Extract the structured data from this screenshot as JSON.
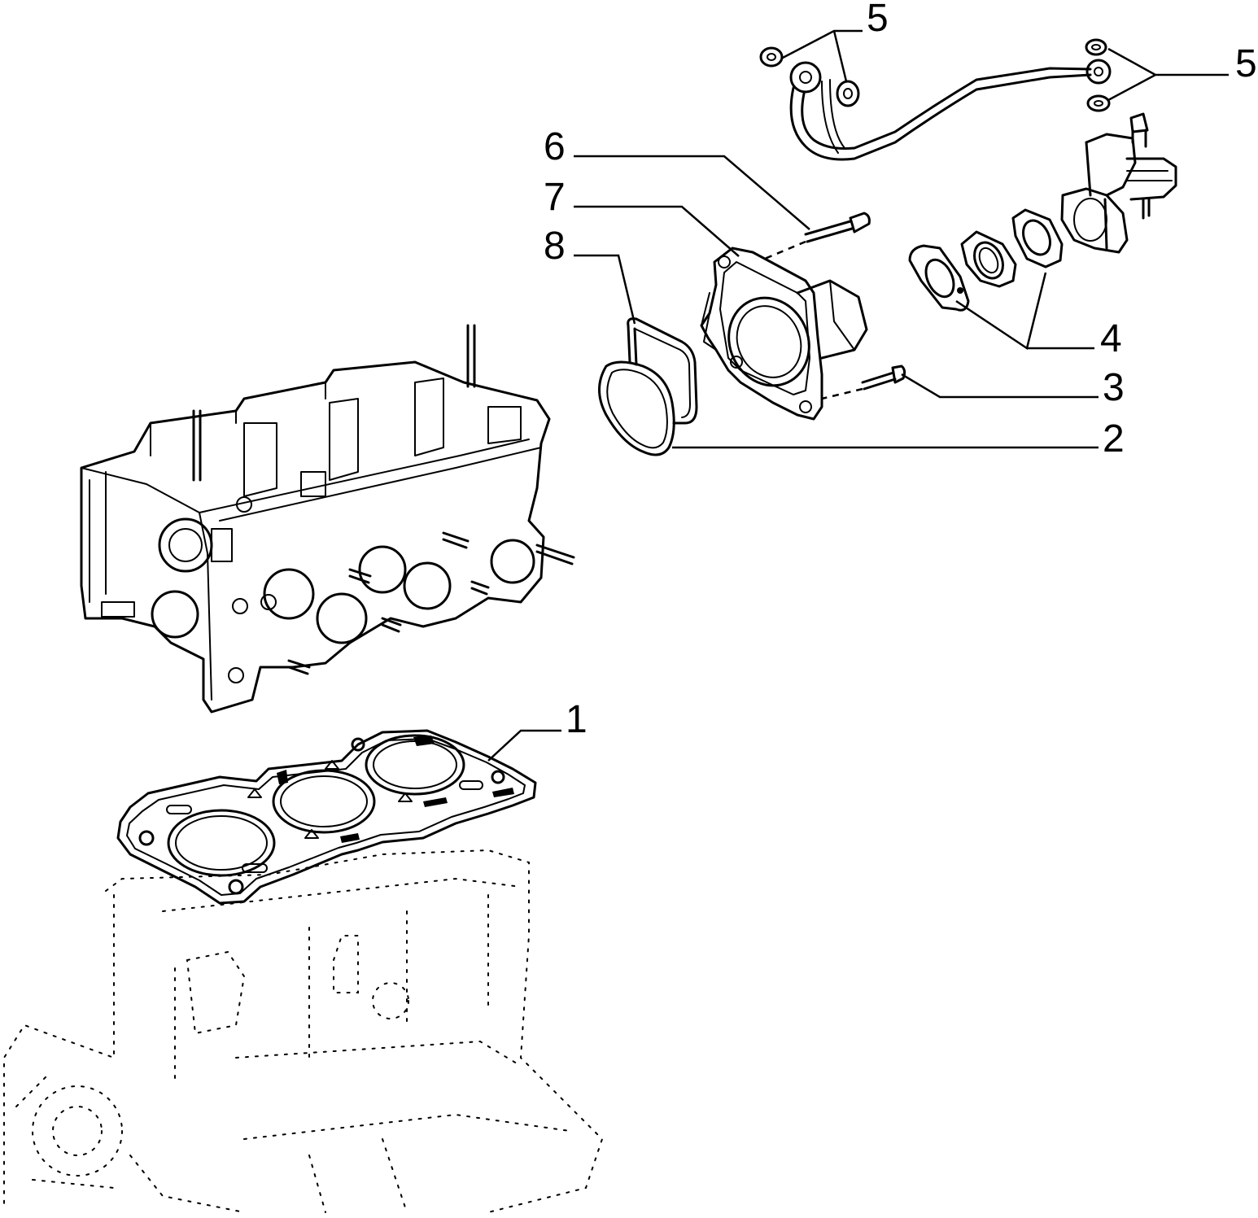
{
  "colors": {
    "ink": "#000000",
    "paper": "#ffffff"
  },
  "callouts": [
    {
      "id": "c1",
      "label": "1",
      "part": "cylinder-head-gasket"
    },
    {
      "id": "c2",
      "label": "2",
      "part": "o-ring-seal"
    },
    {
      "id": "c3",
      "label": "3",
      "part": "lower-screw"
    },
    {
      "id": "c4",
      "label": "4",
      "part": "spacer-gaskets"
    },
    {
      "id": "c5a",
      "label": "5",
      "part": "washers-left"
    },
    {
      "id": "c5b",
      "label": "5",
      "part": "washers-right"
    },
    {
      "id": "c6",
      "label": "6",
      "part": "upper-screw"
    },
    {
      "id": "c7",
      "label": "7",
      "part": "housing"
    },
    {
      "id": "c8",
      "label": "8",
      "part": "square-seal"
    }
  ]
}
